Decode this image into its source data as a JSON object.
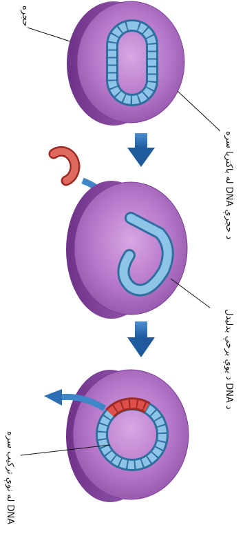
{
  "diagram": {
    "labels": {
      "cell": "حجره",
      "bacterial_dna": "د حجرې DNA له باکتریا سره",
      "dna_segment": "د DNA د یوې برخې بدلیدل",
      "recombinant_dna": "DNA له نوې ترکیب سره"
    },
    "colors": {
      "cell_fill": "#b576c8",
      "cell_edge": "#7e3f97",
      "cell_side": "#8c4fa5",
      "dna_ring": "#7ab7e0",
      "dna_outline": "#2f6f9f",
      "inserted_gene": "#e0504a",
      "arrow": "#2d6fb5"
    }
  }
}
